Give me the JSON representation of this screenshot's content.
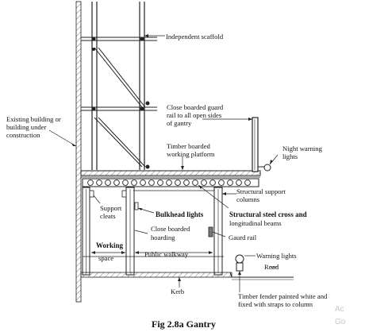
{
  "caption": "Fig 2.8a Gantry",
  "watermark": [
    "Ac",
    "Go"
  ],
  "labels": {
    "scaffold": "Independent scaffold",
    "existing_building": [
      "Existing building or",
      "building under",
      "construction"
    ],
    "guard_rail": [
      "Close boarded guard",
      "rail to all open sides",
      "of gantry"
    ],
    "night_warning": [
      "Night warning",
      "lights"
    ],
    "platform": [
      "Timber boarded",
      "working platform"
    ],
    "support_columns": [
      "Structural support",
      "columns"
    ],
    "support_cleats": [
      "Support",
      "cleats"
    ],
    "bulkhead_lights": "Bulkhead lights",
    "steel_beams": [
      "Structural steel cross and",
      "longitudinal beams"
    ],
    "hoarding": [
      "Close boarded",
      "hoarding"
    ],
    "gaurd_rail": "Gaurd rail",
    "working_space": [
      "Working",
      "space"
    ],
    "public_walkway": "Public walkway",
    "warning_lights": "Warning lights",
    "road": "Road",
    "kerb": "Kerb",
    "fender": [
      "Timber fender painted white and",
      "fixed with straps to column"
    ]
  }
}
